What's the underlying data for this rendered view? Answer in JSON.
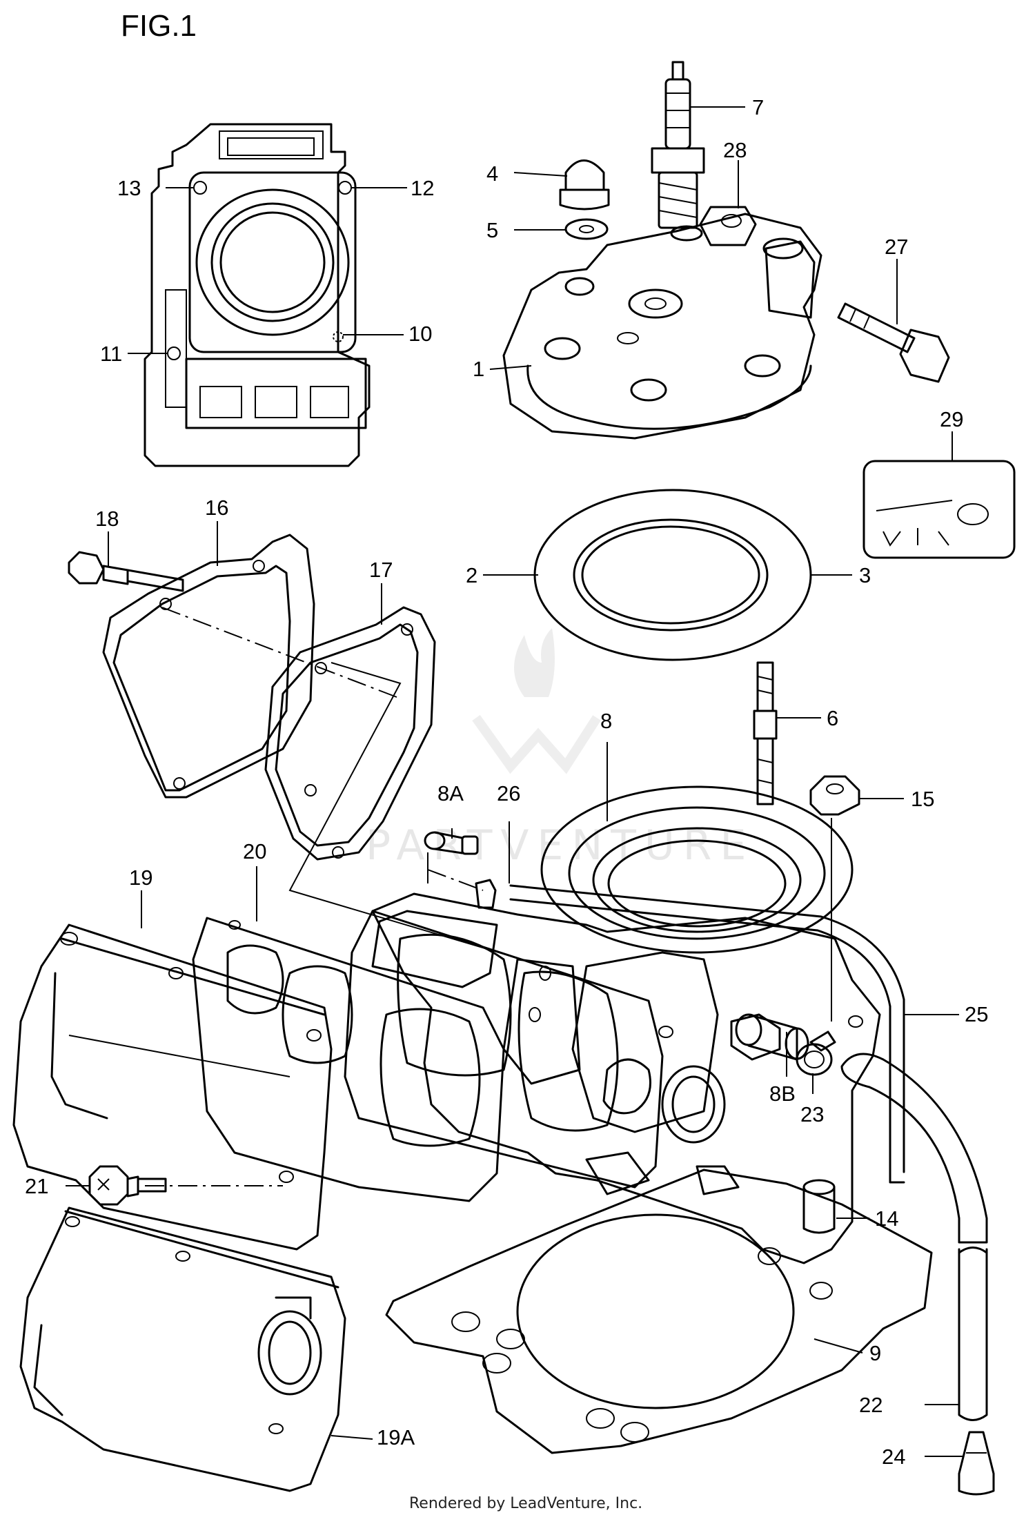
{
  "figure": {
    "title": "FIG.1"
  },
  "watermark": {
    "text": "PARTVENTURE"
  },
  "footer": {
    "credit": "Rendered by LeadVenture, Inc."
  },
  "callouts": {
    "c1": "1",
    "c2": "2",
    "c3": "3",
    "c4": "4",
    "c5": "5",
    "c6": "6",
    "c7": "7",
    "c8": "8",
    "c8A": "8A",
    "c8B": "8B",
    "c9": "9",
    "c10": "10",
    "c11": "11",
    "c12": "12",
    "c13": "13",
    "c14": "14",
    "c15": "15",
    "c16": "16",
    "c17": "17",
    "c18": "18",
    "c19": "19",
    "c19A": "19A",
    "c20": "20",
    "c21": "21",
    "c22": "22",
    "c23": "23",
    "c24": "24",
    "c25": "25",
    "c26": "26",
    "c27": "27",
    "c28": "28",
    "c29": "29"
  }
}
